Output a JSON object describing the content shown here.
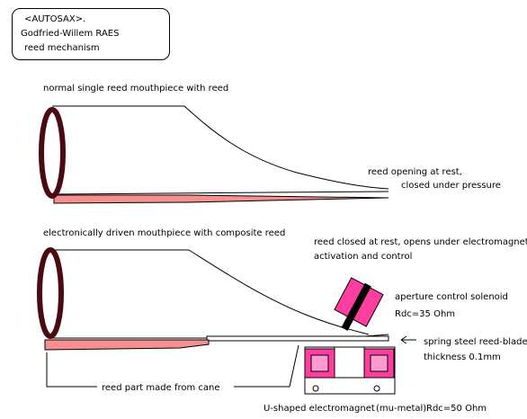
{
  "title_box": {
    "line1": "<AUTOSAX>",
    "line1_dot": ".",
    "line2": "Godfried-Willem RAES",
    "line3": "reed mechanism"
  },
  "top_diagram": {
    "caption": "normal single reed mouthpiece with reed",
    "note_line1": "reed opening at rest,",
    "note_line2": "closed under pressure"
  },
  "bottom_diagram": {
    "caption": "electronically driven mouthpiece with composite reed",
    "reed_note_line1": "reed closed at rest, opens under electromagnetic",
    "reed_note_line2": "activation and control",
    "solenoid_label": "aperture control solenoid",
    "solenoid_resistance": "Rdc=35 Ohm",
    "spring_label_line1": "spring steel reed-blade",
    "spring_label_line2": "thickness 0.1mm",
    "cane_label": "reed part made from cane",
    "magnet_label": "U-shaped electromagnet",
    "magnet_material": "(mu-metal)",
    "magnet_resistance": "Rdc=50 Ohm"
  },
  "colors": {
    "ring": "#4a0a12",
    "cane": "#f78f8f",
    "magnet_pink": "#ff3ea0",
    "magnet_inner": "#ff9ad0",
    "solenoid_band": "#000000",
    "outline": "#000000"
  }
}
